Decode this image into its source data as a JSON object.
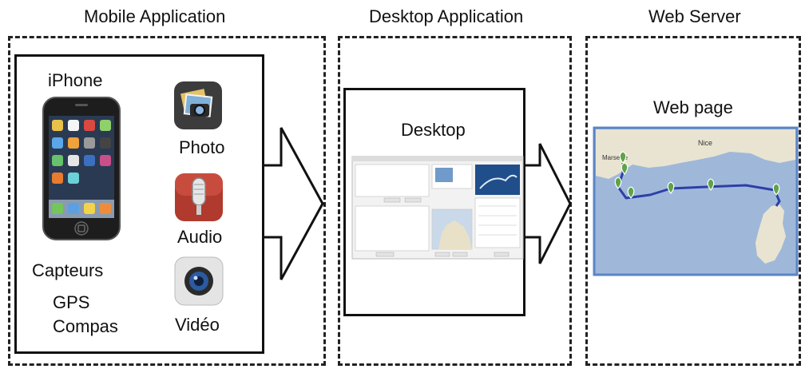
{
  "sections": {
    "mobile": "Mobile Application",
    "desktop": "Desktop Application",
    "web": "Web Server"
  },
  "mobile": {
    "device": "iPhone",
    "features": [
      "Photo",
      "Audio",
      "Vidéo"
    ],
    "sensors_title": "Capteurs",
    "sensors": [
      "GPS",
      "Compas"
    ]
  },
  "desktop": {
    "label": "Desktop"
  },
  "web": {
    "label": "Web page",
    "map_places": [
      "Nice",
      "Marseille"
    ]
  },
  "icons": [
    "iphone-icon",
    "photo-app-icon",
    "audio-app-icon",
    "video-app-icon",
    "desktop-app-screenshot",
    "map-screenshot"
  ],
  "colors": {
    "map_sea": "#9fb8d9",
    "map_land": "#e9e4d2",
    "route": "#2e3fa8",
    "marker": "#5ea34a",
    "map_border": "#5a84c8"
  }
}
